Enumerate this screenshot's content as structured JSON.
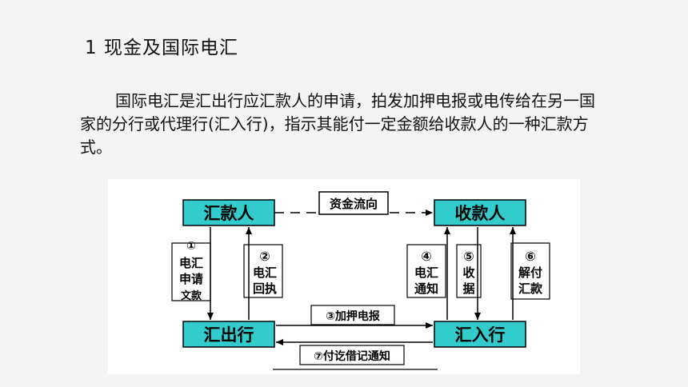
{
  "title": "1  现金及国际电汇",
  "paragraph": "国际电汇是汇出行应汇款人的申请，拍发加押电报或电传给在另一国家的分行或代理行(汇入行)，指示其能付一定金额给收款人的一种汇款方式。",
  "diagram": {
    "nodes": {
      "remitter": "汇款人",
      "payee": "收款人",
      "remitting_bank": "汇出行",
      "paying_bank": "汇入行"
    },
    "fund_flow": "资金流向",
    "steps": {
      "s1_num": "①",
      "s1_l1": "电汇",
      "s1_l2": "申请",
      "s1_l3": "文款",
      "s2_num": "②",
      "s2_l1": "电汇",
      "s2_l2": "回执",
      "s3": "③加押电报",
      "s4_num": "④",
      "s4_l1": "电汇",
      "s4_l2": "通知",
      "s5_num": "⑤",
      "s5_l1": "收",
      "s5_l2": "据",
      "s6_num": "⑥",
      "s6_l1": "解付",
      "s6_l2": "汇款",
      "s7": "⑦付讫借记通知"
    },
    "colors": {
      "node_fill": "#33cccc",
      "stroke": "#000000"
    }
  }
}
